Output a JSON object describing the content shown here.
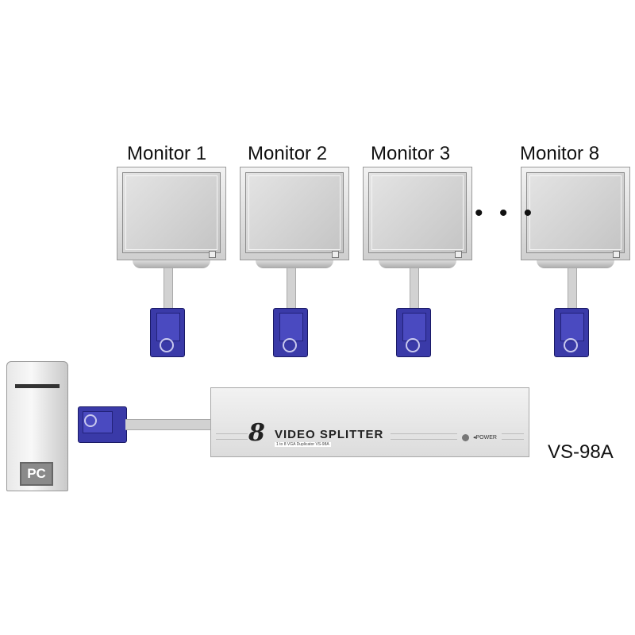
{
  "monitors": [
    {
      "label": "Monitor 1"
    },
    {
      "label": "Monitor 2"
    },
    {
      "label": "Monitor 3"
    },
    {
      "label": "Monitor 8"
    }
  ],
  "ellipsis": "• • •",
  "pc": {
    "label": "PC"
  },
  "splitter": {
    "number": "8",
    "title": "VIDEO SPLITTER",
    "subtitle": "1 to 8 VGA Duplicator  VS-98A",
    "power_label": "◂POWER"
  },
  "model": "VS-98A",
  "colors": {
    "connector": "#3a3aa8",
    "housing": "#e6e6e6"
  }
}
